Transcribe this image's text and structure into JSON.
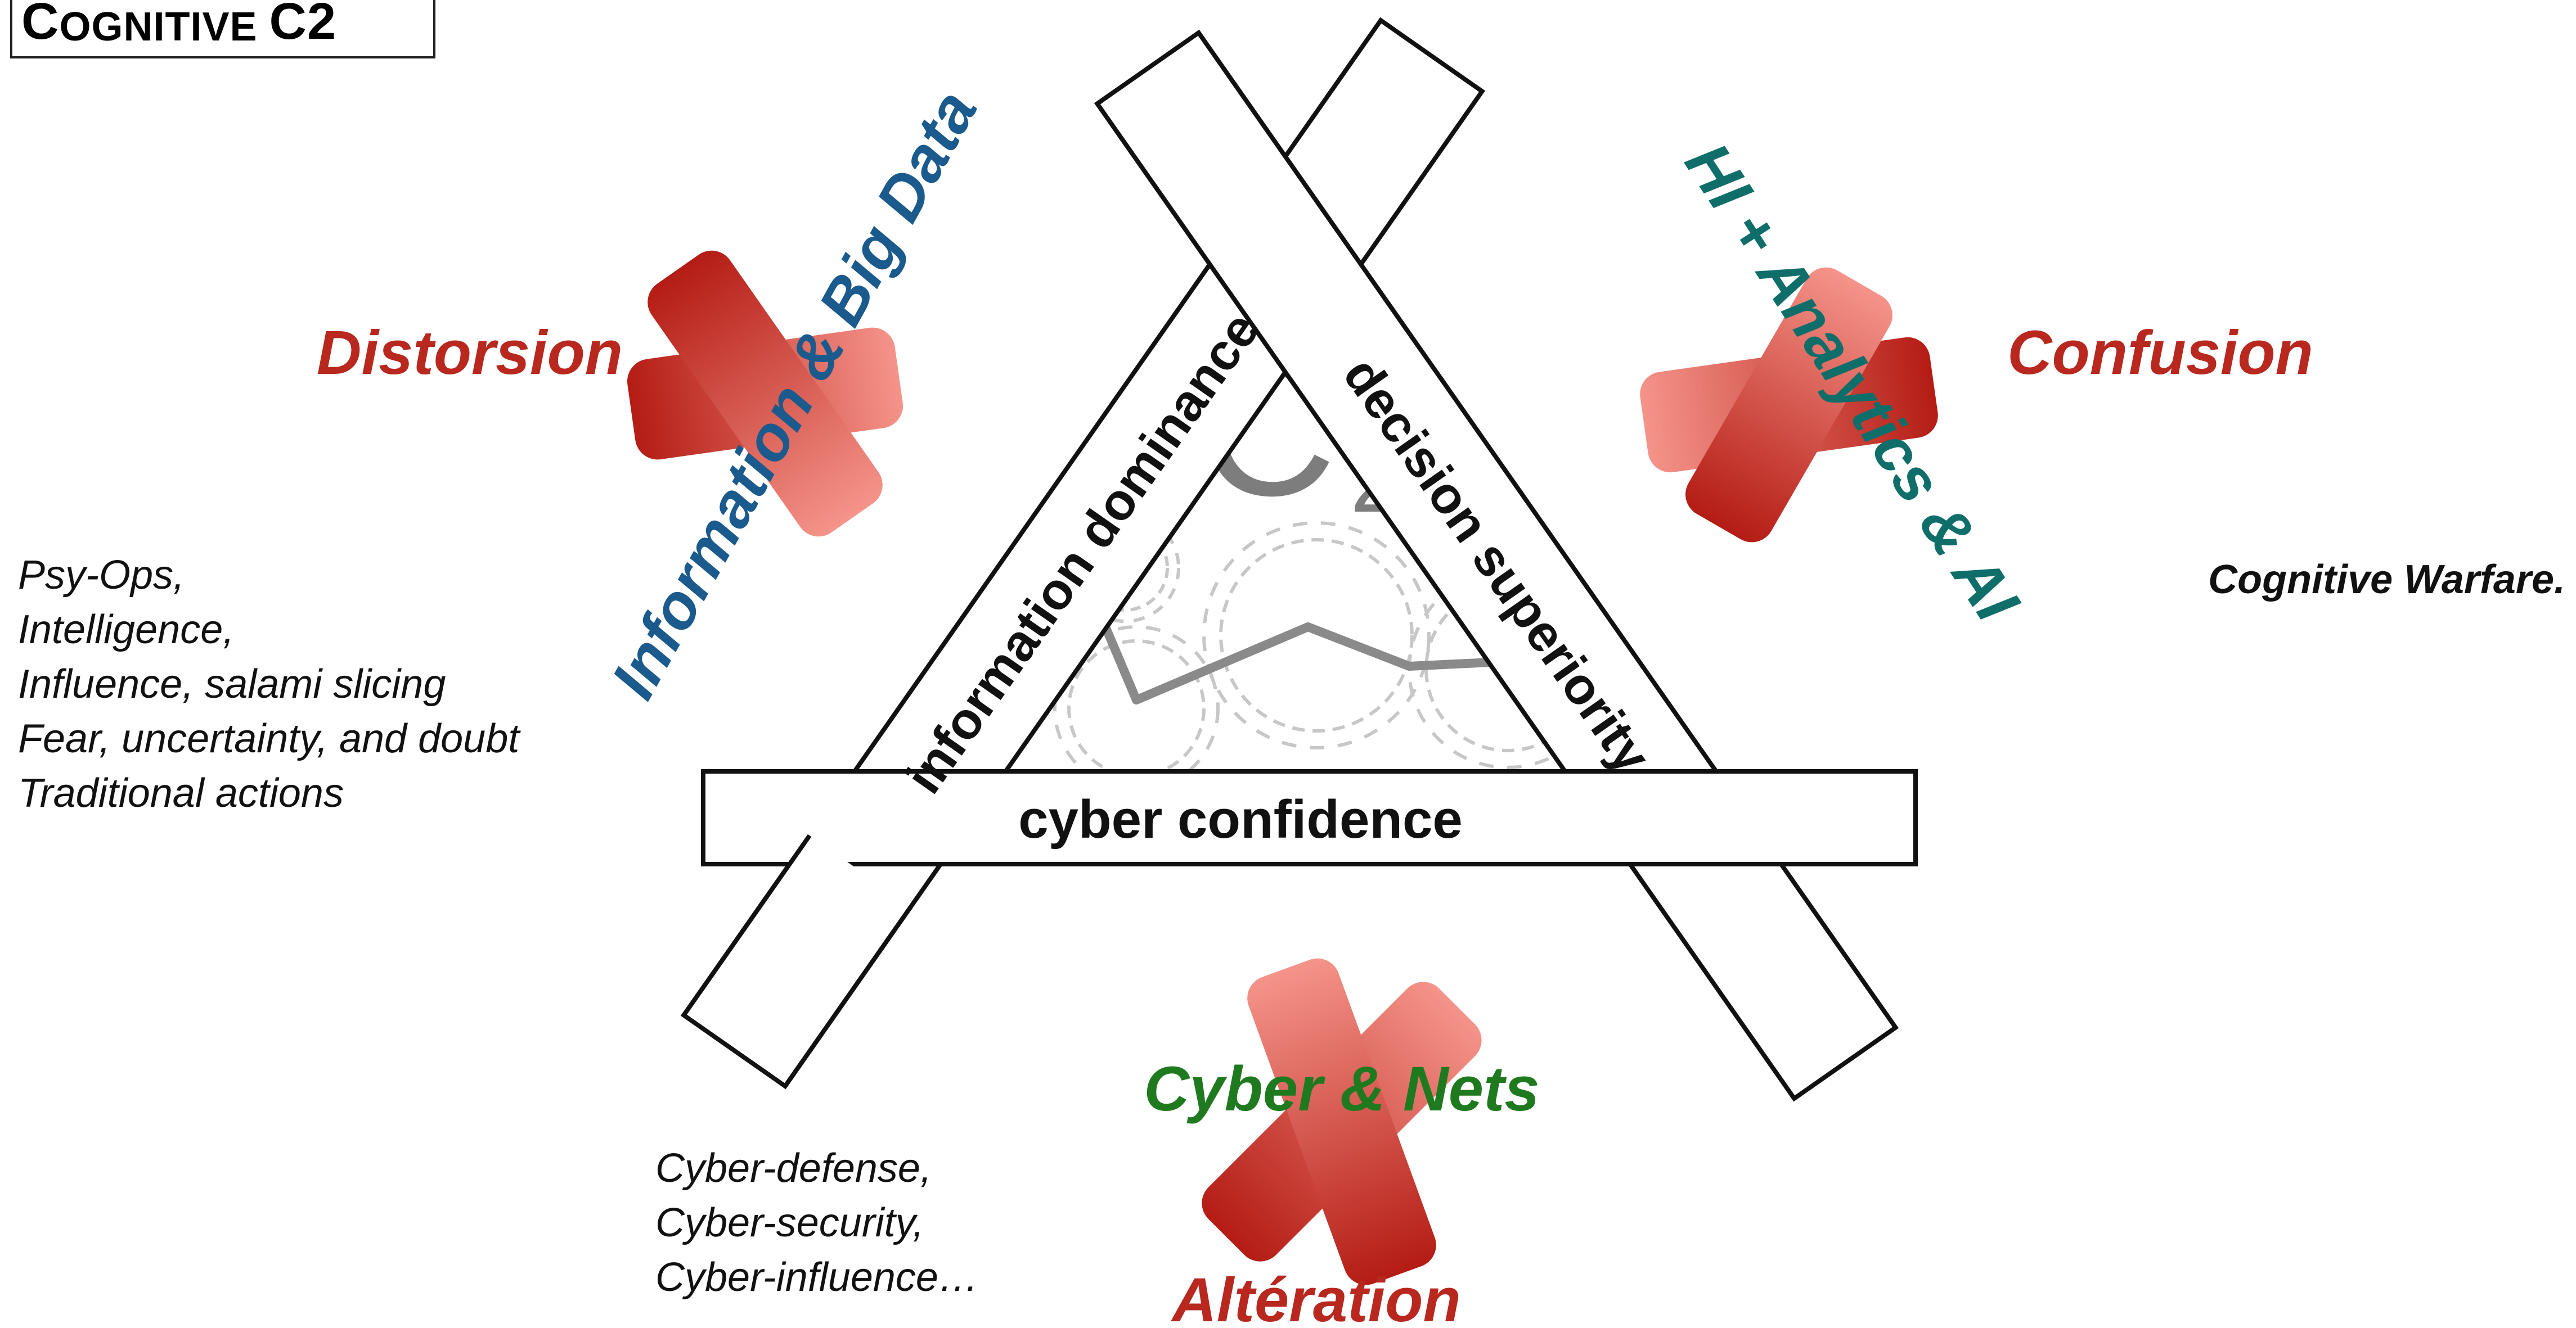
{
  "title": {
    "first_letter": "C",
    "rest": "OGNITIVE",
    "suffix": "C2"
  },
  "triangle": {
    "left_bar_label": "information dominance",
    "right_bar_label": "decision superiority",
    "bottom_bar_label": "cyber confidence",
    "center_logo_main": "C",
    "center_logo_sub": "2"
  },
  "threats": {
    "left": "Distorsion",
    "right": "Confusion",
    "bottom": "Altération"
  },
  "vectors": {
    "left": "Information & Big Data",
    "right": "HI + Analytics & AI",
    "bottom": "Cyber & Nets"
  },
  "left_list": [
    "Psy-Ops,",
    "Intelligence,",
    "Influence, salami slicing",
    "Fear, uncertainty, and doubt",
    "Traditional actions"
  ],
  "bottom_list": [
    "Cyber-defense,",
    "Cyber-security,",
    "Cyber-influence…"
  ],
  "right_note": "Cognitive Warfare.",
  "colors": {
    "threat_red": "#b8281f",
    "vector_blue": "#1a5a8c",
    "vector_teal": "#0f6e6a",
    "vector_green": "#1f7a1f",
    "bar_fill": "#ffffff",
    "gear_gray": "#9a9a9a",
    "logo_gray": "#808080"
  },
  "icons": [
    "cross-mark-icon",
    "gear-icon",
    "trend-arrow-icon"
  ]
}
